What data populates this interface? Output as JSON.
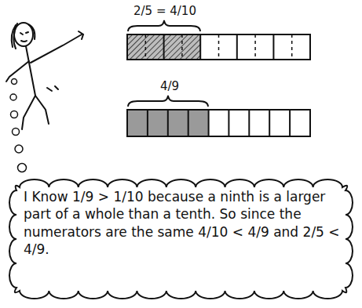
{
  "diagram": {
    "nodes": [
      {
        "text": [
          "I Know 1/9 > 1/10 because a ninth is a larger part of a whole than a tenth. So since the numerators are the same 4/10 < 4/9 and 2/5 < 4/9."
        ]
      }
    ],
    "labels": [
      "2/5 = 4/10",
      "4/9"
    ]
  }
}
